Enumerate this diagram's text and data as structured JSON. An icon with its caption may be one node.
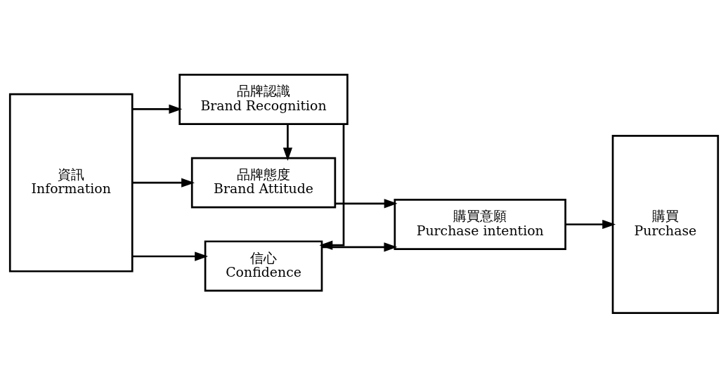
{
  "diagram": {
    "nodes": [
      {
        "text": [
          "資訊",
          "Information"
        ]
      },
      {
        "text": [
          "信心",
          "Confidence"
        ]
      },
      {
        "text": [
          "品牌認識",
          "Brand Recognition"
        ]
      },
      {
        "text": [
          "購買意願",
          "Purchase intention"
        ]
      },
      {
        "text": [
          "品牌態度",
          "Brand Attitude"
        ]
      },
      {
        "text": [
          "購買",
          "Purchase"
        ]
      }
    ],
    "edges": [
      {
        "from": 0,
        "to": 1,
        "arrow": "to"
      },
      {
        "from": 0,
        "to": 2,
        "arrow": "to"
      },
      {
        "from": 0,
        "to": 4,
        "arrow": "to"
      },
      {
        "from": 2,
        "to": 1,
        "arrow": "to"
      },
      {
        "from": 2,
        "to": 4,
        "arrow": "to"
      },
      {
        "from": 1,
        "to": 3,
        "arrow": "to"
      },
      {
        "from": 4,
        "to": 3,
        "arrow": "to"
      },
      {
        "from": 3,
        "to": 5,
        "arrow": "to"
      }
    ]
  }
}
